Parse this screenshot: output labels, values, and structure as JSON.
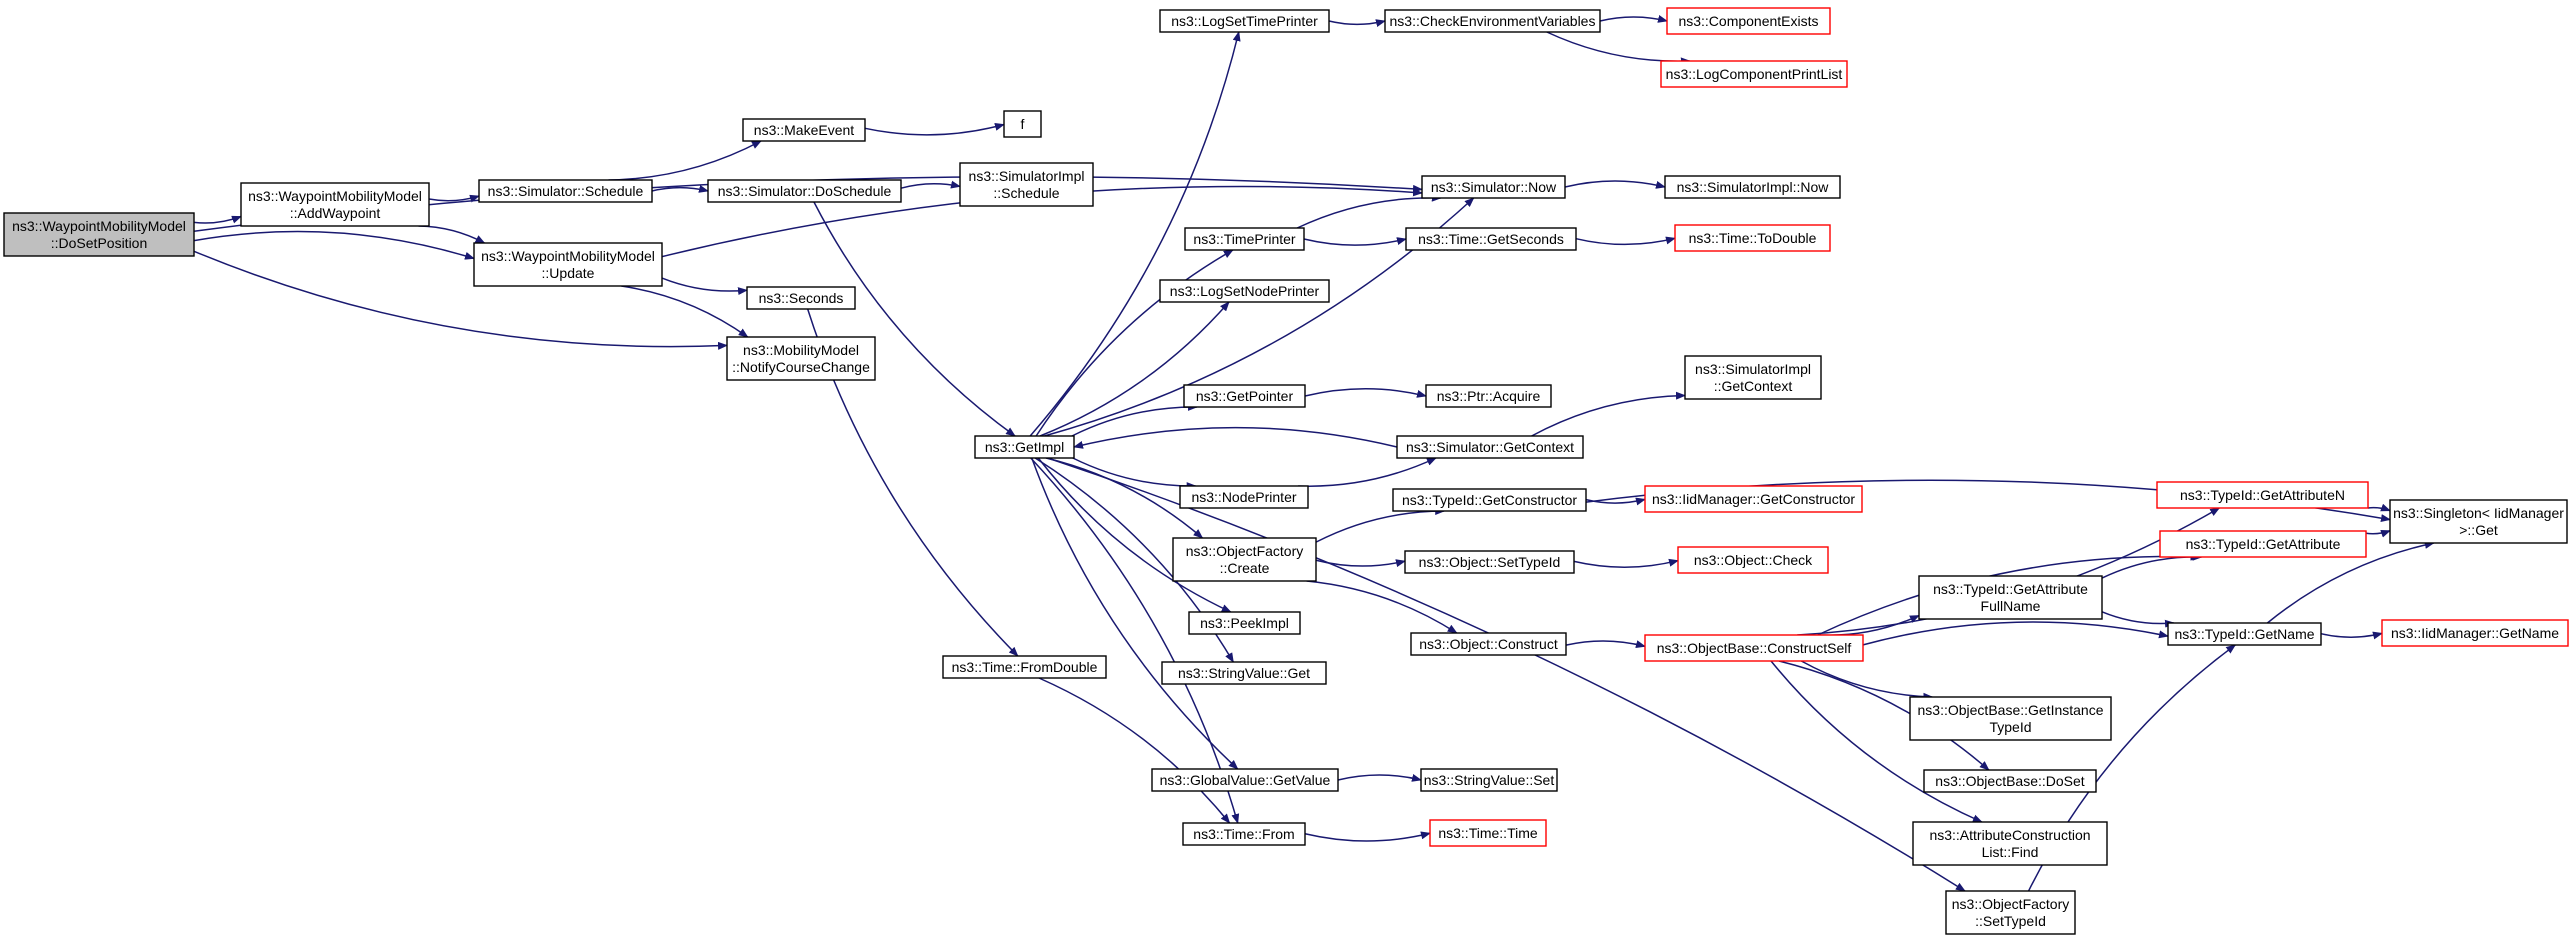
{
  "colors": {
    "edge": "#191970",
    "node_border": "#000000",
    "node_border_truncated": "#ff0000",
    "root_fill": "#bfbfbf",
    "node_fill": "#ffffff"
  },
  "nodes": [
    {
      "id": "root",
      "lines": [
        "ns3::WaypointMobilityModel",
        "::DoSetPosition"
      ],
      "style": "root"
    },
    {
      "id": "addwaypoint",
      "lines": [
        "ns3::WaypointMobilityModel",
        "::AddWaypoint"
      ],
      "style": "normal"
    },
    {
      "id": "update",
      "lines": [
        "ns3::WaypointMobilityModel",
        "::Update"
      ],
      "style": "normal"
    },
    {
      "id": "sched",
      "lines": [
        "ns3::Simulator::Schedule"
      ],
      "style": "normal"
    },
    {
      "id": "makeevent",
      "lines": [
        "ns3::MakeEvent"
      ],
      "style": "normal"
    },
    {
      "id": "f",
      "lines": [
        "f"
      ],
      "style": "normal"
    },
    {
      "id": "dosched",
      "lines": [
        "ns3::Simulator::DoSchedule"
      ],
      "style": "normal"
    },
    {
      "id": "simimplsched",
      "lines": [
        "ns3::SimulatorImpl",
        "::Schedule"
      ],
      "style": "normal"
    },
    {
      "id": "seconds",
      "lines": [
        "ns3::Seconds"
      ],
      "style": "normal"
    },
    {
      "id": "notify",
      "lines": [
        "ns3::MobilityModel",
        "::NotifyCourseChange"
      ],
      "style": "normal"
    },
    {
      "id": "getimpl",
      "lines": [
        "ns3::GetImpl"
      ],
      "style": "normal"
    },
    {
      "id": "fromdouble",
      "lines": [
        "ns3::Time::FromDouble"
      ],
      "style": "normal"
    },
    {
      "id": "logsettime",
      "lines": [
        "ns3::LogSetTimePrinter"
      ],
      "style": "normal"
    },
    {
      "id": "timeprinter",
      "lines": [
        "ns3::TimePrinter"
      ],
      "style": "normal"
    },
    {
      "id": "logsetnode",
      "lines": [
        "ns3::LogSetNodePrinter"
      ],
      "style": "normal"
    },
    {
      "id": "getpointer",
      "lines": [
        "ns3::GetPointer"
      ],
      "style": "normal"
    },
    {
      "id": "nodeprinter",
      "lines": [
        "ns3::NodePrinter"
      ],
      "style": "normal"
    },
    {
      "id": "objfactcreate",
      "lines": [
        "ns3::ObjectFactory",
        "::Create"
      ],
      "style": "normal"
    },
    {
      "id": "peekimpl",
      "lines": [
        "ns3::PeekImpl"
      ],
      "style": "normal"
    },
    {
      "id": "strvalget",
      "lines": [
        "ns3::StringValue::Get"
      ],
      "style": "normal"
    },
    {
      "id": "globalvalue",
      "lines": [
        "ns3::GlobalValue::GetValue"
      ],
      "style": "normal"
    },
    {
      "id": "timefrom",
      "lines": [
        "ns3::Time::From"
      ],
      "style": "normal"
    },
    {
      "id": "checkenv",
      "lines": [
        "ns3::CheckEnvironmentVariables"
      ],
      "style": "normal"
    },
    {
      "id": "compexists",
      "lines": [
        "ns3::ComponentExists"
      ],
      "style": "truncated"
    },
    {
      "id": "logcomplist",
      "lines": [
        "ns3::LogComponentPrintList"
      ],
      "style": "truncated"
    },
    {
      "id": "simnow",
      "lines": [
        "ns3::Simulator::Now"
      ],
      "style": "normal"
    },
    {
      "id": "simimplnow",
      "lines": [
        "ns3::SimulatorImpl::Now"
      ],
      "style": "normal"
    },
    {
      "id": "getseconds",
      "lines": [
        "ns3::Time::GetSeconds"
      ],
      "style": "normal"
    },
    {
      "id": "todouble",
      "lines": [
        "ns3::Time::ToDouble"
      ],
      "style": "truncated"
    },
    {
      "id": "ptracquire",
      "lines": [
        "ns3::Ptr::Acquire"
      ],
      "style": "normal"
    },
    {
      "id": "simgetcontext",
      "lines": [
        "ns3::Simulator::GetContext"
      ],
      "style": "normal"
    },
    {
      "id": "simimplctx",
      "lines": [
        "ns3::SimulatorImpl",
        "::GetContext"
      ],
      "style": "normal"
    },
    {
      "id": "typeidgetctor",
      "lines": [
        "ns3::TypeId::GetConstructor"
      ],
      "style": "normal"
    },
    {
      "id": "iidmgrctor",
      "lines": [
        "ns3::IidManager::GetConstructor"
      ],
      "style": "truncated"
    },
    {
      "id": "objsettypeid",
      "lines": [
        "ns3::Object::SetTypeId"
      ],
      "style": "normal"
    },
    {
      "id": "objcheck",
      "lines": [
        "ns3::Object::Check"
      ],
      "style": "truncated"
    },
    {
      "id": "objconstruct",
      "lines": [
        "ns3::Object::Construct"
      ],
      "style": "normal"
    },
    {
      "id": "constructself",
      "lines": [
        "ns3::ObjectBase::ConstructSelf"
      ],
      "style": "truncated"
    },
    {
      "id": "strvalset",
      "lines": [
        "ns3::StringValue::Set"
      ],
      "style": "normal"
    },
    {
      "id": "timetime",
      "lines": [
        "ns3::Time::Time"
      ],
      "style": "truncated"
    },
    {
      "id": "getattrn",
      "lines": [
        "ns3::TypeId::GetAttributeN"
      ],
      "style": "truncated"
    },
    {
      "id": "getattr",
      "lines": [
        "ns3::TypeId::GetAttribute"
      ],
      "style": "truncated"
    },
    {
      "id": "singleton",
      "lines": [
        "ns3::Singleton< IidManager",
        ">::Get"
      ],
      "style": "normal"
    },
    {
      "id": "getattrfull",
      "lines": [
        "ns3::TypeId::GetAttribute",
        "FullName"
      ],
      "style": "normal"
    },
    {
      "id": "getname",
      "lines": [
        "ns3::TypeId::GetName"
      ],
      "style": "normal"
    },
    {
      "id": "iidmgrname",
      "lines": [
        "ns3::IidManager::GetName"
      ],
      "style": "truncated"
    },
    {
      "id": "getinsttypeid",
      "lines": [
        "ns3::ObjectBase::GetInstance",
        "TypeId"
      ],
      "style": "normal"
    },
    {
      "id": "doset",
      "lines": [
        "ns3::ObjectBase::DoSet"
      ],
      "style": "normal"
    },
    {
      "id": "attrconstfind",
      "lines": [
        "ns3::AttributeConstruction",
        "List::Find"
      ],
      "style": "normal"
    },
    {
      "id": "objfactsettid",
      "lines": [
        "ns3::ObjectFactory",
        "::SetTypeId"
      ],
      "style": "normal"
    }
  ],
  "edges": [
    [
      "root",
      "addwaypoint"
    ],
    [
      "root",
      "update"
    ],
    [
      "root",
      "notify"
    ],
    [
      "root",
      "simnow"
    ],
    [
      "addwaypoint",
      "sched"
    ],
    [
      "addwaypoint",
      "update"
    ],
    [
      "sched",
      "makeevent"
    ],
    [
      "sched",
      "dosched"
    ],
    [
      "makeevent",
      "f"
    ],
    [
      "dosched",
      "simimplsched"
    ],
    [
      "dosched",
      "getimpl"
    ],
    [
      "update",
      "simnow"
    ],
    [
      "update",
      "seconds"
    ],
    [
      "update",
      "notify"
    ],
    [
      "seconds",
      "fromdouble"
    ],
    [
      "fromdouble",
      "timefrom"
    ],
    [
      "getimpl",
      "logsettime"
    ],
    [
      "getimpl",
      "timeprinter"
    ],
    [
      "getimpl",
      "logsetnode"
    ],
    [
      "getimpl",
      "getpointer"
    ],
    [
      "getimpl",
      "nodeprinter"
    ],
    [
      "getimpl",
      "objfactcreate"
    ],
    [
      "getimpl",
      "peekimpl"
    ],
    [
      "getimpl",
      "strvalget"
    ],
    [
      "getimpl",
      "globalvalue"
    ],
    [
      "getimpl",
      "timefrom"
    ],
    [
      "getimpl",
      "simnow"
    ],
    [
      "getimpl",
      "objfactsettid"
    ],
    [
      "logsettime",
      "checkenv"
    ],
    [
      "checkenv",
      "compexists"
    ],
    [
      "checkenv",
      "logcomplist"
    ],
    [
      "timeprinter",
      "simnow"
    ],
    [
      "timeprinter",
      "getseconds"
    ],
    [
      "simnow",
      "simimplnow"
    ],
    [
      "getseconds",
      "todouble"
    ],
    [
      "getpointer",
      "ptracquire"
    ],
    [
      "simgetcontext",
      "getimpl"
    ],
    [
      "simgetcontext",
      "simimplctx"
    ],
    [
      "nodeprinter",
      "simgetcontext"
    ],
    [
      "objfactcreate",
      "typeidgetctor"
    ],
    [
      "objfactcreate",
      "objsettypeid"
    ],
    [
      "objfactcreate",
      "objconstruct"
    ],
    [
      "typeidgetctor",
      "iidmgrctor"
    ],
    [
      "typeidgetctor",
      "singleton"
    ],
    [
      "objsettypeid",
      "objcheck"
    ],
    [
      "objconstruct",
      "constructself"
    ],
    [
      "constructself",
      "getattrn"
    ],
    [
      "constructself",
      "getattr"
    ],
    [
      "constructself",
      "getattrfull"
    ],
    [
      "constructself",
      "getname"
    ],
    [
      "constructself",
      "getinsttypeid"
    ],
    [
      "constructself",
      "doset"
    ],
    [
      "constructself",
      "attrconstfind"
    ],
    [
      "getattrn",
      "singleton"
    ],
    [
      "getattr",
      "singleton"
    ],
    [
      "getattrfull",
      "getattr"
    ],
    [
      "getattrfull",
      "getname"
    ],
    [
      "getname",
      "singleton"
    ],
    [
      "getname",
      "iidmgrname"
    ],
    [
      "globalvalue",
      "strvalset"
    ],
    [
      "timefrom",
      "timetime"
    ],
    [
      "objfactsettid",
      "getname"
    ]
  ]
}
